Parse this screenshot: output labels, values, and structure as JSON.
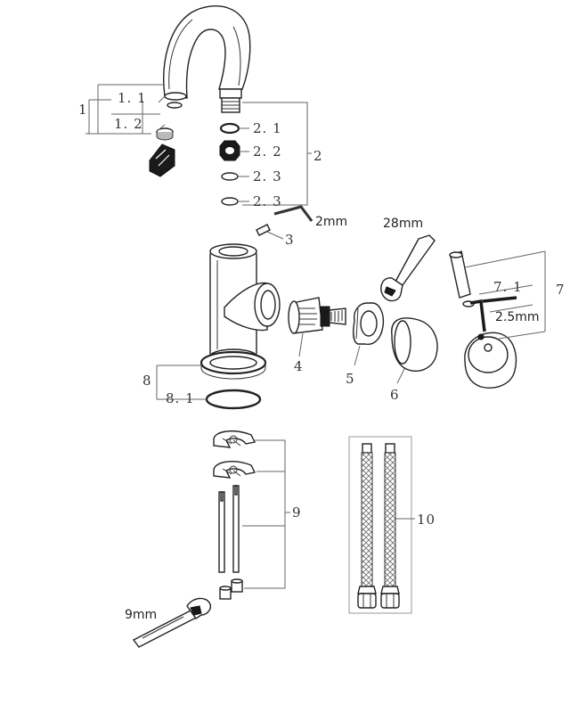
{
  "labels": {
    "p1": "1",
    "p1_1": "1. 1",
    "p1_2": "1. 2",
    "p2": "2",
    "p2_1": "2. 1",
    "p2_2": "2. 2",
    "p2_3a": "2. 3",
    "p2_3b": "2. 3",
    "p3": "3",
    "key_2mm": "2mm",
    "wrench_28mm": "28mm",
    "p4": "4",
    "p5": "5",
    "p6": "6",
    "p7": "7",
    "p7_1": "7. 1",
    "key_25mm": "2.5mm",
    "p8": "8",
    "p8_1": "8. 1",
    "p9": "9",
    "wrench_9mm": "9mm",
    "p10": "10"
  }
}
